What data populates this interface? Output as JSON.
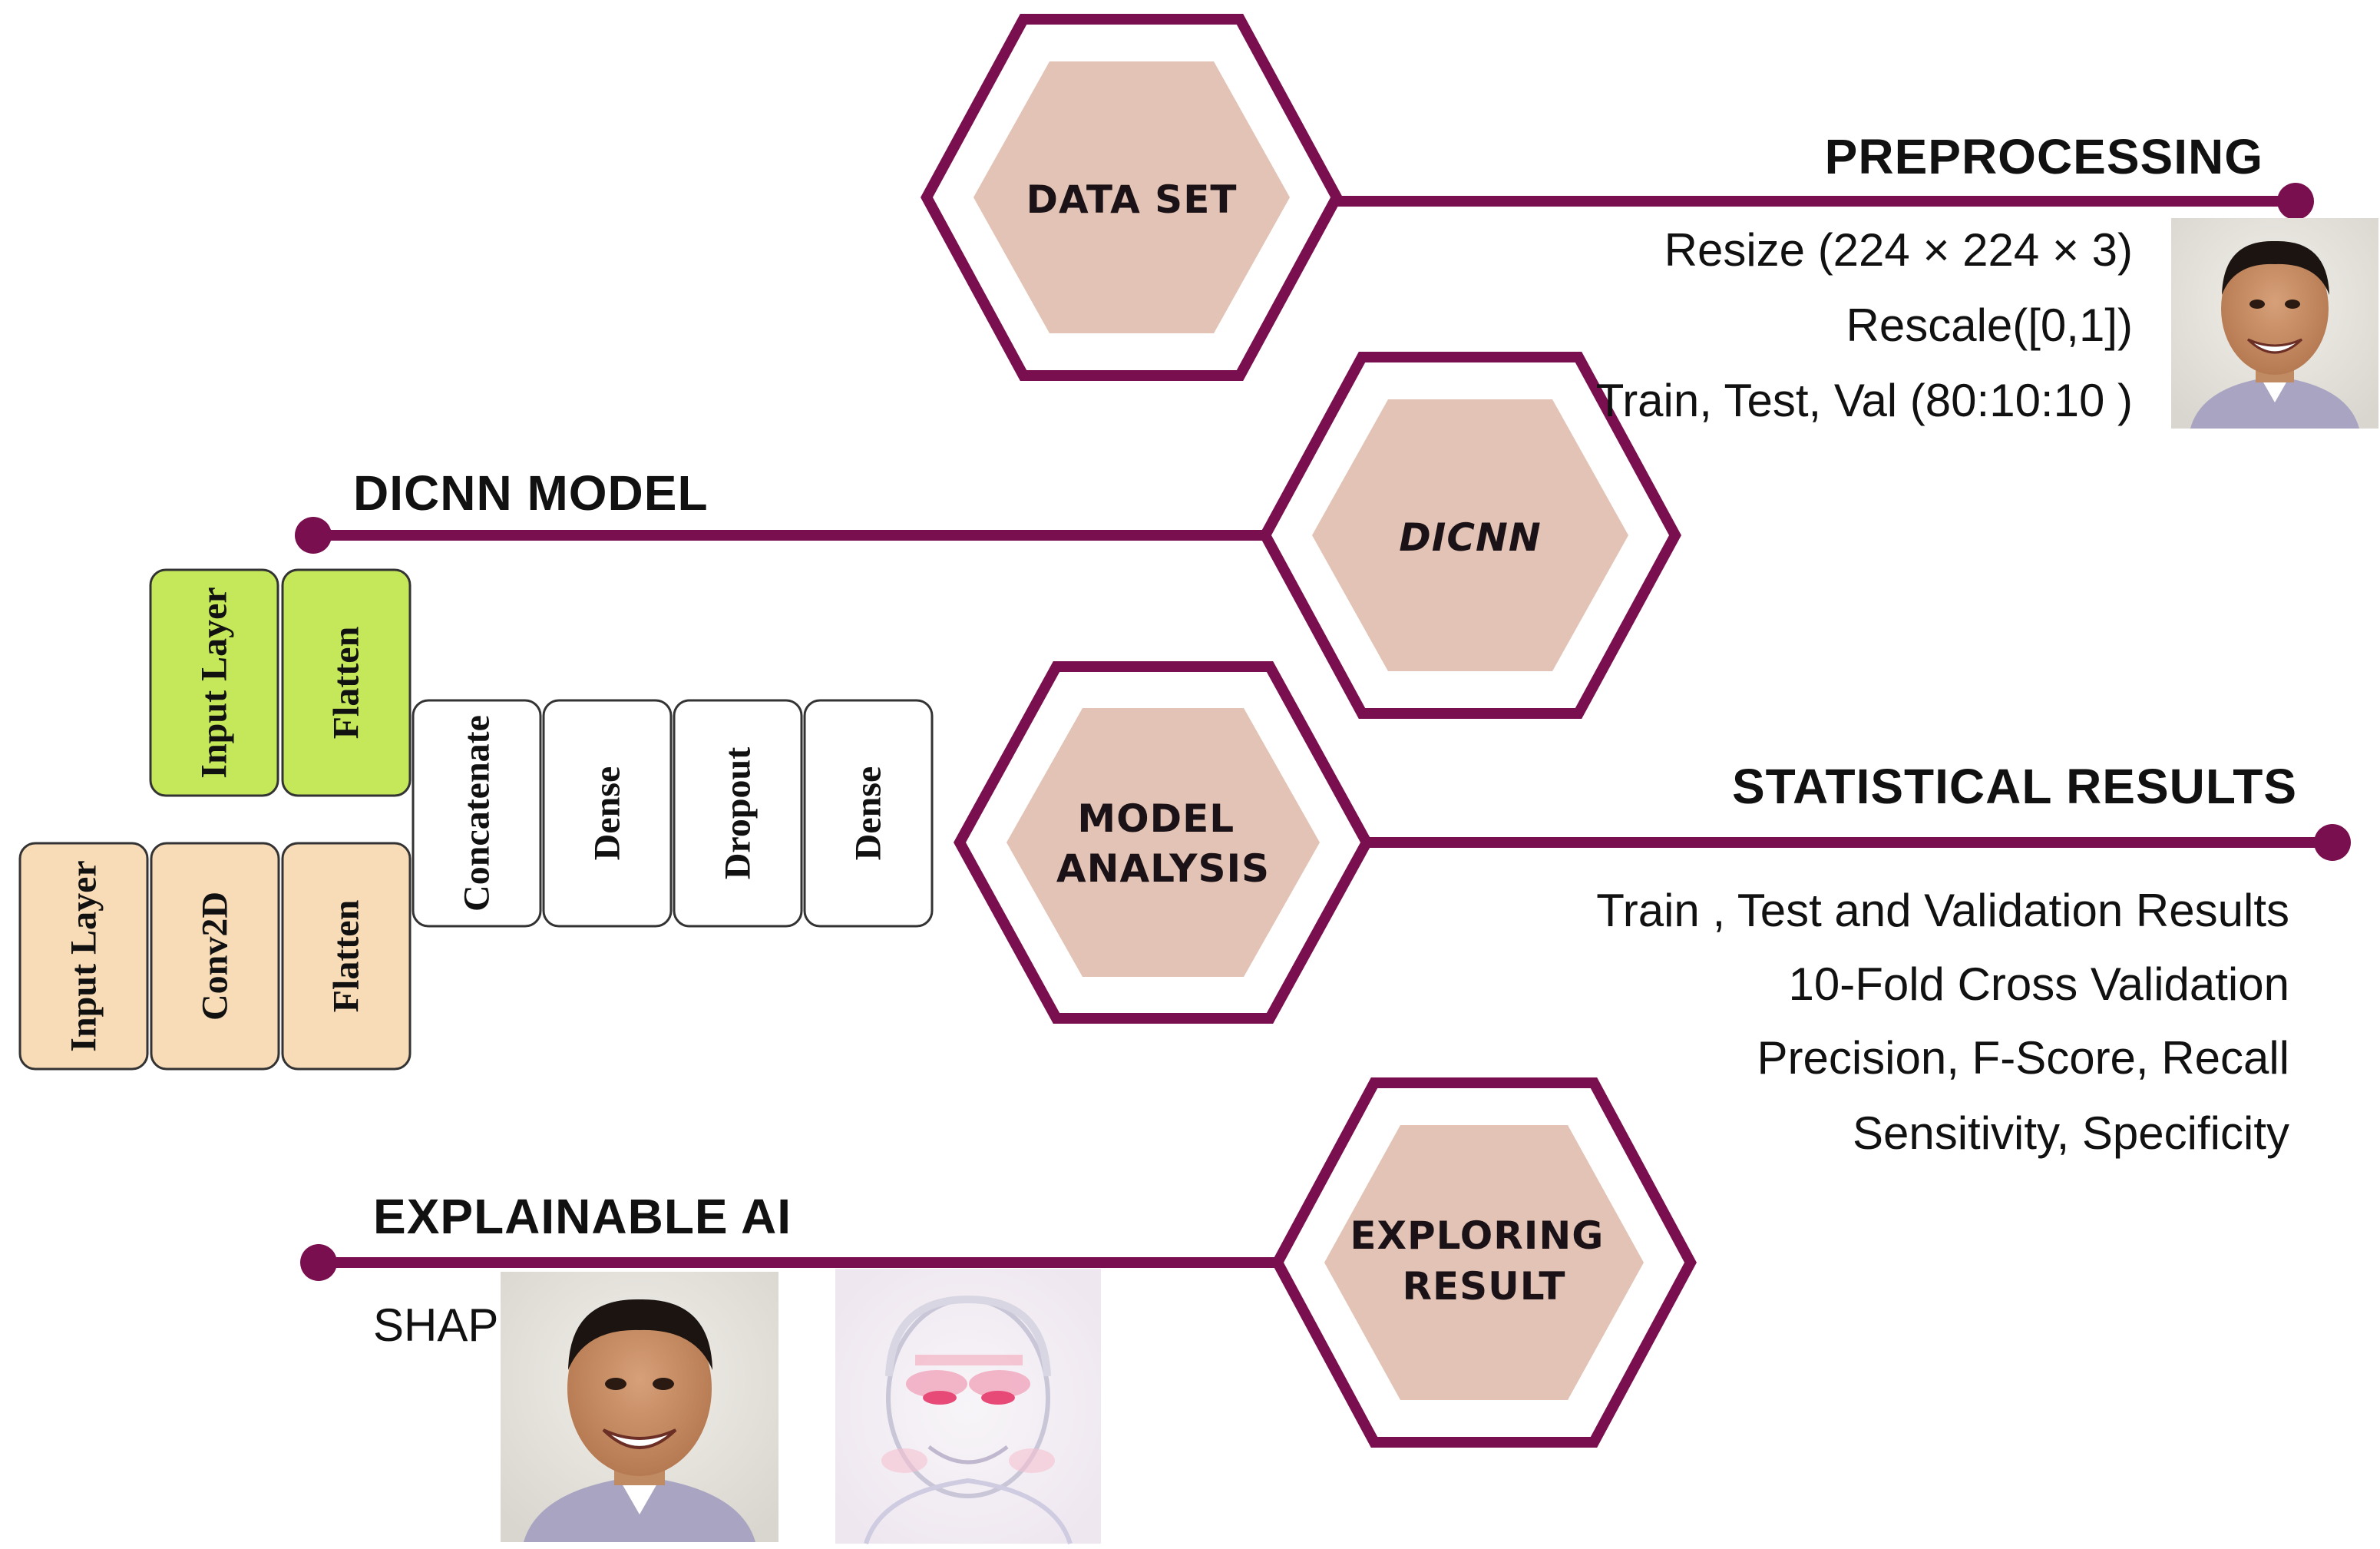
{
  "colors": {
    "accent": "#7a0f4f",
    "hex_fill": "#e2c3b5",
    "layer_green": "#c5e85a",
    "layer_peach": "#f8dcb8",
    "layer_white": "#ffffff"
  },
  "hexagons": [
    {
      "id": "data-set",
      "lines": [
        "DATA SET"
      ],
      "italic": false
    },
    {
      "id": "dicnn",
      "lines": [
        "DICNN"
      ],
      "italic": true
    },
    {
      "id": "model-analysis",
      "lines": [
        "MODEL",
        "ANALYSIS"
      ],
      "italic": false
    },
    {
      "id": "exploring-result",
      "lines": [
        "EXPLORING",
        "RESULT"
      ],
      "italic": false
    }
  ],
  "sections": {
    "preprocessing": {
      "title": "PREPROCESSING",
      "details": [
        "Resize (224 × 224 × 3)",
        "Rescale([0,1])",
        "Train, Test, Val (80:10:10 )"
      ]
    },
    "dicnn_model": {
      "title": "DICNN MODEL"
    },
    "statistical_results": {
      "title": "STATISTICAL RESULTS",
      "details": [
        "Train , Test and Validation Results",
        "10-Fold Cross Validation",
        "Precision, F-Score, Recall",
        "Sensitivity, Specificity"
      ]
    },
    "explainable_ai": {
      "title": "EXPLAINABLE AI",
      "method": "SHAP"
    }
  },
  "model_layers": {
    "branch_top": [
      "Input Layer",
      "Flatten"
    ],
    "branch_bottom": [
      "Input Layer",
      "Conv2D",
      "Flatten"
    ],
    "merged": [
      "Concatenate",
      "Dense",
      "Dropout",
      "Dense"
    ]
  },
  "images": {
    "preprocessing_face": "face-photo",
    "shap_original": "face-photo",
    "shap_map": "shap-heatmap"
  }
}
